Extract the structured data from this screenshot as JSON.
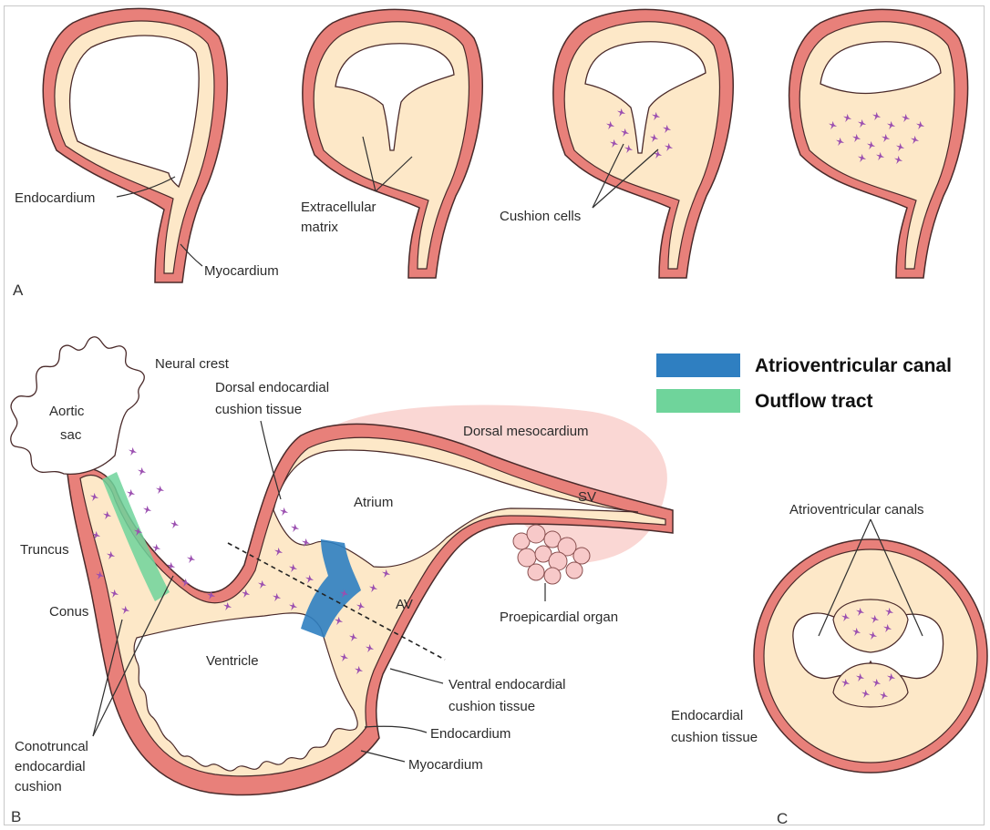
{
  "colors": {
    "myocardium": "#e8807a",
    "myocardium_edge": "#c85c55",
    "endocardium_fill": "#fde8c8",
    "outline": "#4a2a2a",
    "mesocardium": "#f9d3cf",
    "cushion_cell": "#9b4fb0",
    "atrioventricular_canal": "#2f7fc1",
    "outflow_tract": "#6fd49b"
  },
  "legend": [
    {
      "label": "Atrioventricular canal",
      "color": "#2f7fc1"
    },
    {
      "label": "Outflow tract",
      "color": "#6fd49b"
    }
  ],
  "panel_a": {
    "letter": "A",
    "labels": {
      "endocardium": "Endocardium",
      "myocardium": "Myocardium",
      "extracellular_1": "Extracellular",
      "extracellular_2": "matrix",
      "cushion_cells": "Cushion cells"
    }
  },
  "panel_b": {
    "letter": "B",
    "labels": {
      "neural_crest": "Neural crest",
      "aortic_1": "Aortic",
      "aortic_2": "sac",
      "dorsal_cushion_1": "Dorsal endocardial",
      "dorsal_cushion_2": "cushion tissue",
      "dorsal_mesocardium": "Dorsal mesocardium",
      "atrium": "Atrium",
      "sv": "SV",
      "truncus": "Truncus",
      "conus": "Conus",
      "av": "AV",
      "proepicardial": "Proepicardial organ",
      "ventricle": "Ventricle",
      "ventral_cushion_1": "Ventral endocardial",
      "ventral_cushion_2": "cushion tissue",
      "endocardium": "Endocardium",
      "myocardium": "Myocardium",
      "conotruncal_1": "Conotruncal",
      "conotruncal_2": "endocardial",
      "conotruncal_3": "cushion"
    }
  },
  "panel_c": {
    "letter": "C",
    "labels": {
      "av_canals": "Atrioventricular canals",
      "endocardial_1": "Endocardial",
      "endocardial_2": "cushion tissue"
    }
  }
}
